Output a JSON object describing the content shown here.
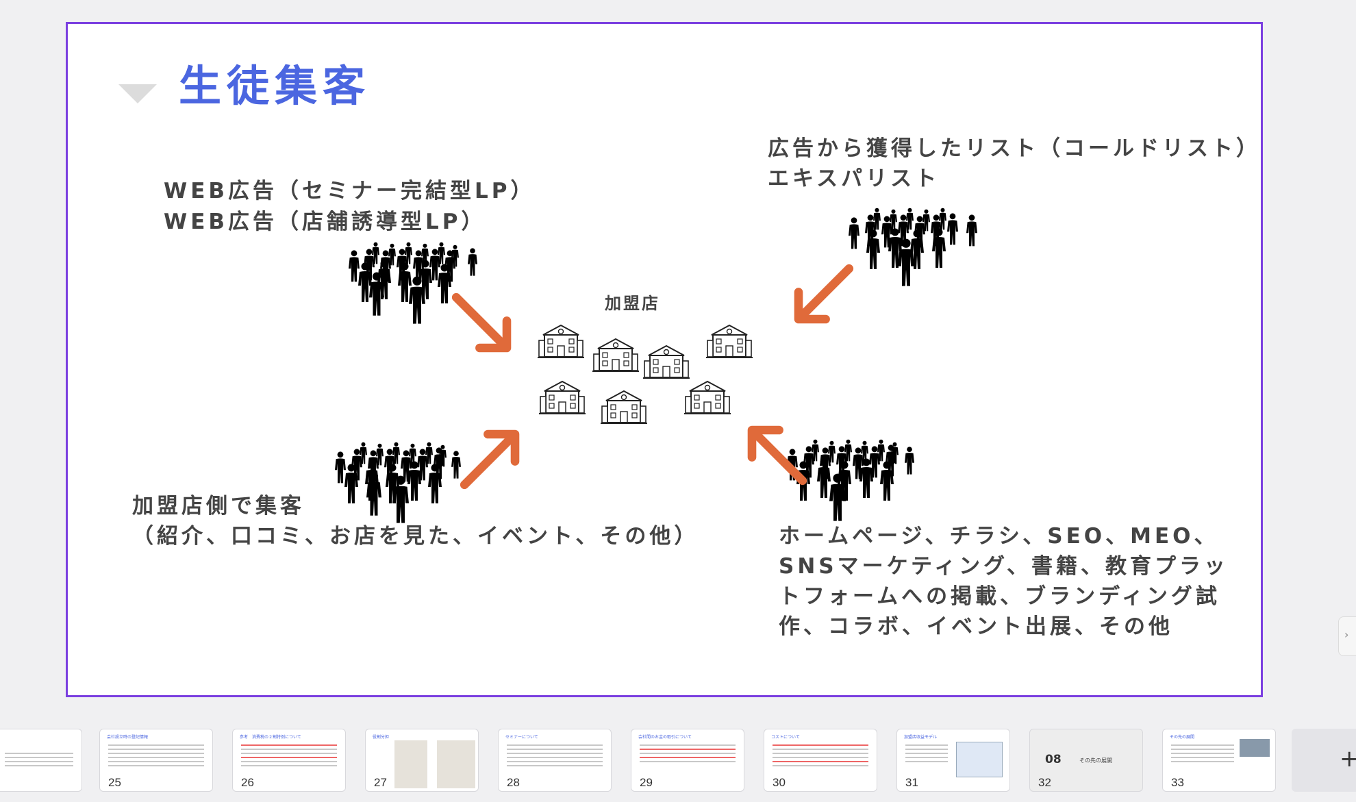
{
  "slide": {
    "title": "生徒集客",
    "web_ads": "WEB広告（セミナー完結型LP）\nWEB広告（店舗誘導型LP）",
    "lists": "広告から獲得したリスト（コールドリスト）\nエキスパリスト",
    "center_label": "加盟店",
    "local": "加盟店側で集客\n（紹介、口コミ、お店を見た、イベント、その他）",
    "media": "ホームページ、チラシ、SEO、MEO、\nSNSマーケティング、書籍、教育プラッ\nトフォームへの掲載、ブランディング試\n作、コラボ、イベント出展、その他"
  },
  "colors": {
    "accent": "#4b66e0",
    "arrow": "#e06a3a",
    "selection": "#7b3fe0"
  },
  "thumbnails": [
    {
      "num": "",
      "title": ""
    },
    {
      "num": "25",
      "title": "会社設立時の登記情報"
    },
    {
      "num": "26",
      "title": "参考　消費税の２割特例について"
    },
    {
      "num": "27",
      "title": "役割分担"
    },
    {
      "num": "28",
      "title": "セミナーについて"
    },
    {
      "num": "29",
      "title": "会社間のお金の取引について"
    },
    {
      "num": "30",
      "title": "コストについて"
    },
    {
      "num": "31",
      "title": "加盟店収益モデル"
    },
    {
      "num": "32",
      "title": "08",
      "section": "その先の展開"
    },
    {
      "num": "33",
      "title": "その先の展開"
    }
  ],
  "add_button": "+",
  "side_tab_icon": "chevron-right-icon"
}
